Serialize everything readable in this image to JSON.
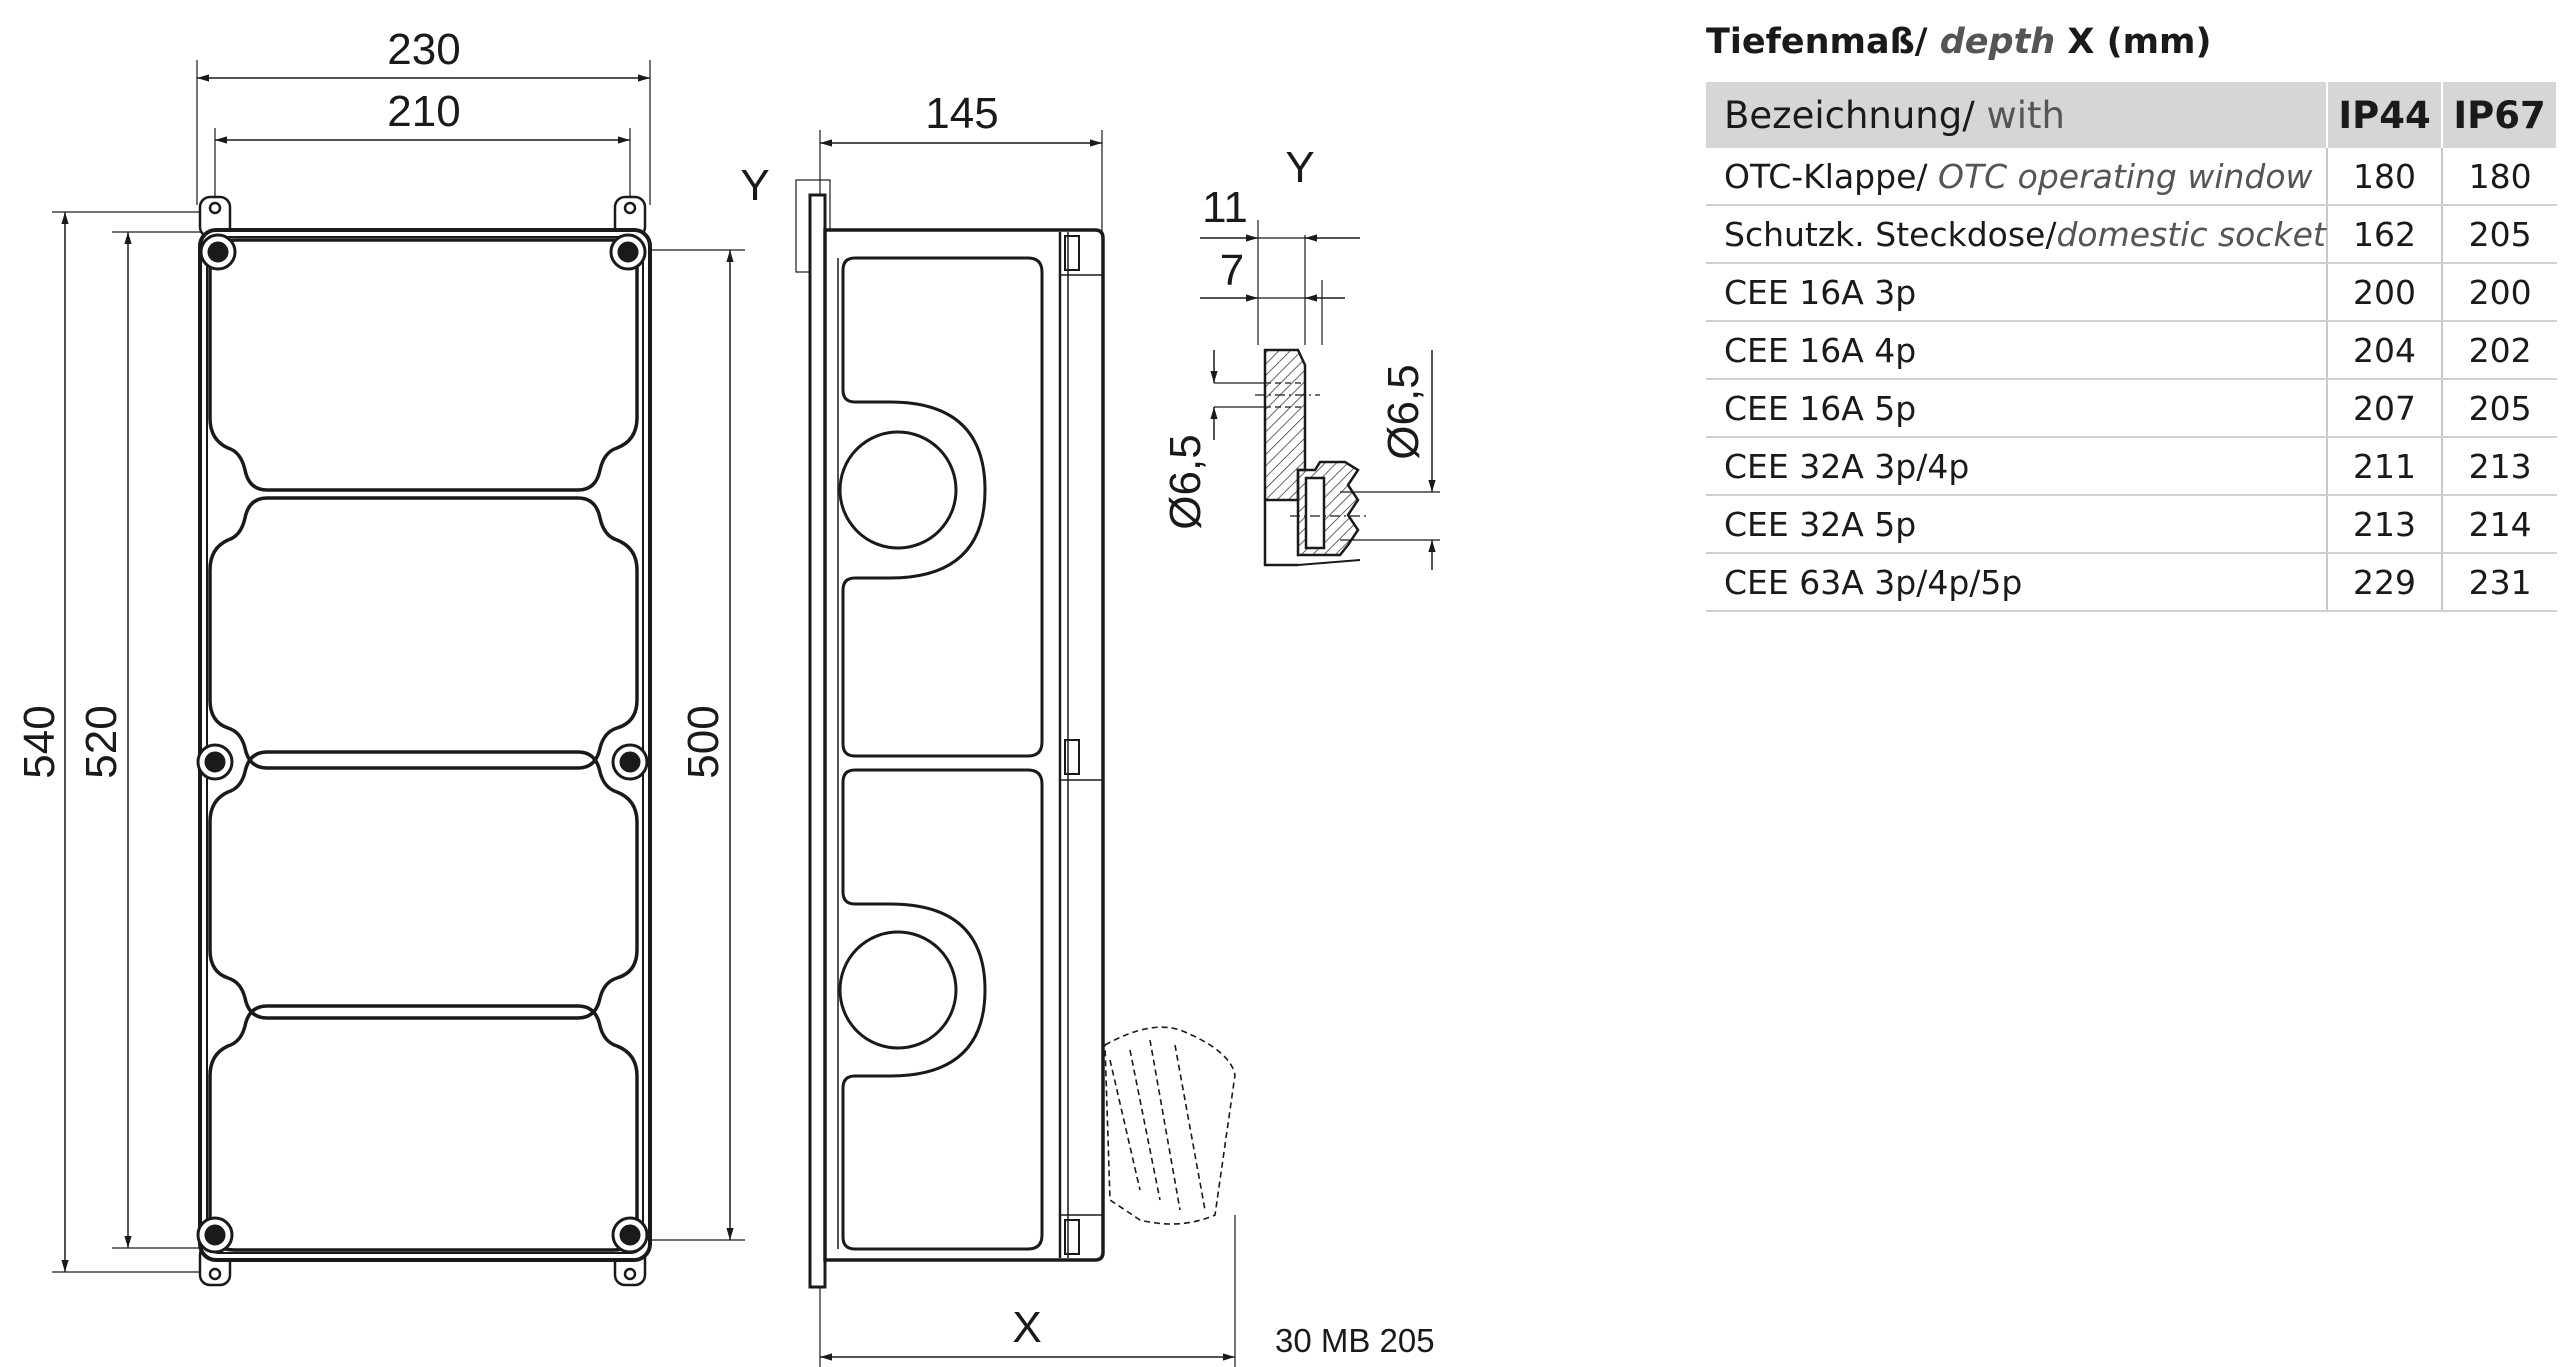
{
  "front_view": {
    "dim_outer_width": "230",
    "dim_inner_width": "210",
    "dim_outer_height": "540",
    "dim_fixing_height": "520",
    "dim_lid_height": "500"
  },
  "side_view": {
    "dim_depth": "145",
    "detail_marker": "Y",
    "dim_x": "X"
  },
  "detail_y": {
    "label": "Y",
    "dim_11": "11",
    "dim_7": "7",
    "dia_left": "Ø6,5",
    "dia_right": "Ø6,5"
  },
  "drawing_code": "30 MB 205",
  "table": {
    "title_bold": "Tiefenmaß/ ",
    "title_italic": "depth",
    "title_tail": " X (mm)",
    "header": {
      "col1_main": "Bezeichnung/ ",
      "col1_sub": "with",
      "col2": "IP44",
      "col3": "IP67"
    },
    "rows": [
      {
        "name": "OTC-Klappe/ ",
        "name_it": "OTC operating window",
        "ip44": "180",
        "ip67": "180"
      },
      {
        "name": "Schutzk. Steckdose/",
        "name_it": "domestic socket",
        "ip44": "162",
        "ip67": "205"
      },
      {
        "name": "CEE 16A 3p",
        "name_it": "",
        "ip44": "200",
        "ip67": "200"
      },
      {
        "name": "CEE 16A 4p",
        "name_it": "",
        "ip44": "204",
        "ip67": "202"
      },
      {
        "name": "CEE 16A 5p",
        "name_it": "",
        "ip44": "207",
        "ip67": "205"
      },
      {
        "name": "CEE 32A 3p/4p",
        "name_it": "",
        "ip44": "211",
        "ip67": "213"
      },
      {
        "name": "CEE 32A 5p",
        "name_it": "",
        "ip44": "213",
        "ip67": "214"
      },
      {
        "name": "CEE 63A 3p/4p/5p",
        "name_it": "",
        "ip44": "229",
        "ip67": "231"
      }
    ]
  }
}
